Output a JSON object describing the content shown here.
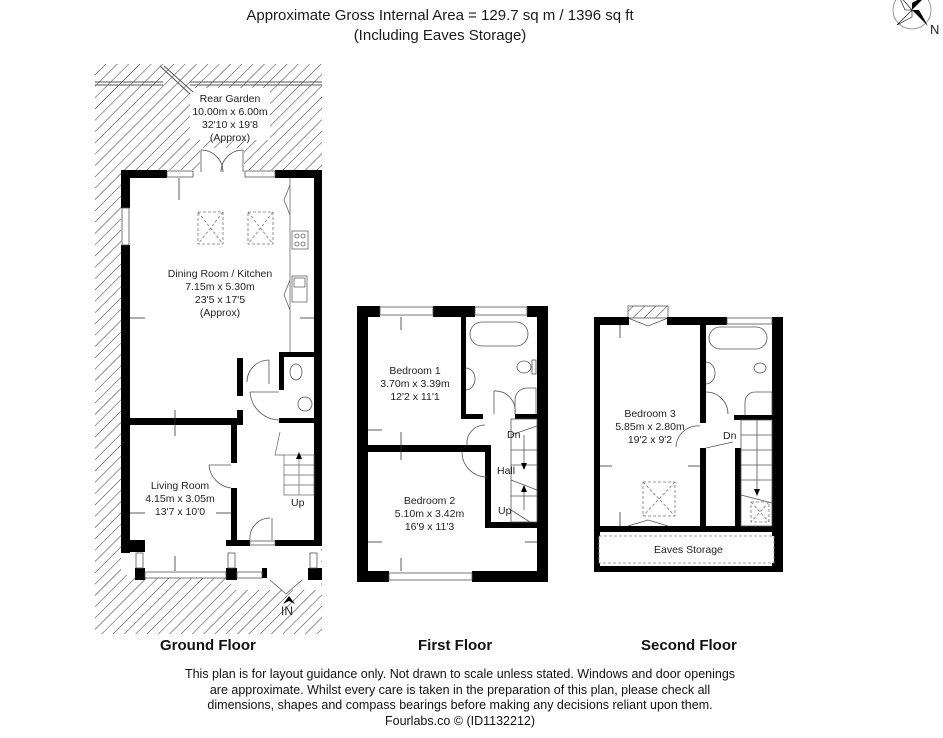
{
  "header": {
    "area_line": "Approximate Gross Internal Area = 129.7 sq m / 1396 sq ft",
    "note_line": "(Including Eaves Storage)"
  },
  "compass": {
    "icon": "compass-rose-icon",
    "north_label": "N"
  },
  "floors": {
    "ground": {
      "label": "Ground Floor",
      "rooms": [
        {
          "name": "Rear Garden",
          "metric": "10.00m x 6.00m",
          "imperial": "32'10 x 19'8",
          "note": "(Approx)"
        },
        {
          "name": "Dining Room / Kitchen",
          "metric": "7.15m x 5.30m",
          "imperial": "23'5 x 17'5",
          "note": "(Approx)"
        },
        {
          "name": "Living Room",
          "metric": "4.15m x 3.05m",
          "imperial": "13'7 x 10'0"
        }
      ],
      "stairs_label": "Up",
      "entrance_label": "IN"
    },
    "first": {
      "label": "First Floor",
      "rooms": [
        {
          "name": "Bedroom 1",
          "metric": "3.70m x 3.39m",
          "imperial": "12'2 x 11'1"
        },
        {
          "name": "Bedroom 2",
          "metric": "5.10m x 3.42m",
          "imperial": "16'9 x 11'3"
        }
      ],
      "hall_label": "Hall",
      "stairs_down_label": "Dn",
      "stairs_up_label": "Up"
    },
    "second": {
      "label": "Second Floor",
      "rooms": [
        {
          "name": "Bedroom 3",
          "metric": "5.85m x 2.80m",
          "imperial": "19'2 x 9'2"
        }
      ],
      "eaves_label": "Eaves Storage",
      "stairs_down_label": "Dn"
    }
  },
  "disclaimer": {
    "lines": [
      "This plan is for layout guidance only. Not drawn to scale unless stated. Windows and door openings",
      "are approximate. Whilst every care is taken in the preparation of this plan, please check all",
      "dimensions, shapes and compass bearings before making any decisions reliant upon them.",
      "Fourlabs.co © (ID1132212)"
    ]
  },
  "colors": {
    "wall": "#000000",
    "hatch": "#333333",
    "fixture": "#555555",
    "text": "#111111"
  }
}
